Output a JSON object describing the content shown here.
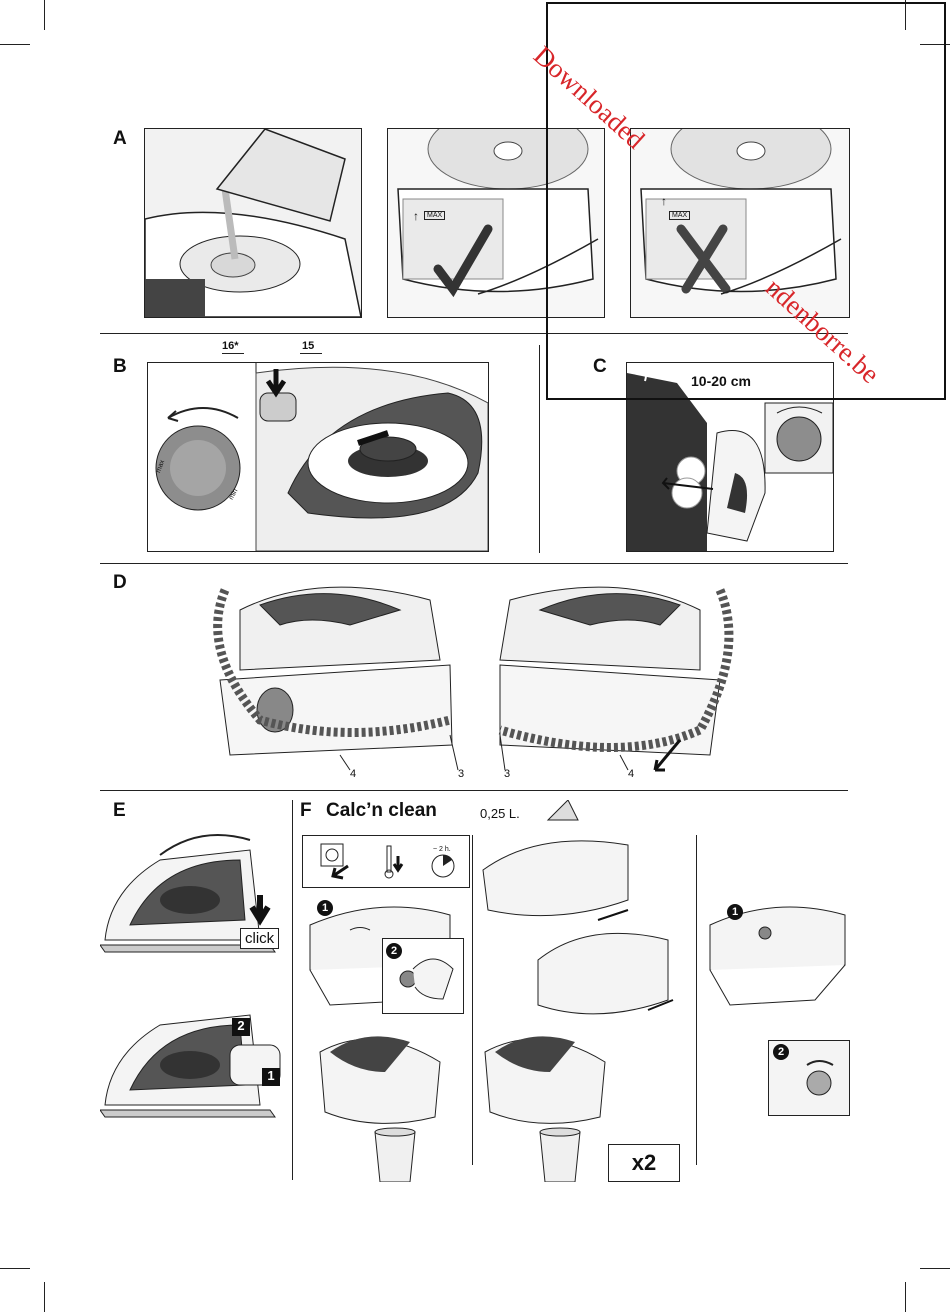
{
  "sections": {
    "a": "A",
    "b": "B",
    "c": "C",
    "d": "D",
    "e": "E",
    "f": "F"
  },
  "section_f_title": "Calc’n clean",
  "max_label": "MAX",
  "callouts": {
    "b_part_16": "16*",
    "b_part_15": "15",
    "c_distance": "10-20 cm",
    "d_left_4": "4",
    "d_left_3": "3",
    "d_right_3": "3",
    "d_right_4": "4",
    "f_volume": "0,25 L.",
    "f_time": "~ 2 h.",
    "f_repeat": "x2",
    "e_click": "click",
    "e_step_1": "1",
    "e_step_2": "2",
    "f_step1_a": "1",
    "f_step2_a": "2",
    "f_step1_b": "1",
    "f_step2_b": "2",
    "dial_max": "max",
    "dial_min": "min"
  },
  "watermark": {
    "line1": "Downloaded",
    "line2": "ndenborre.be",
    "color": "#d8262a"
  },
  "colors": {
    "ink": "#111111",
    "panel_bg": "#f2f2f2",
    "dark_gray": "#3a3a3a",
    "mid_gray": "#8a8a8a"
  }
}
